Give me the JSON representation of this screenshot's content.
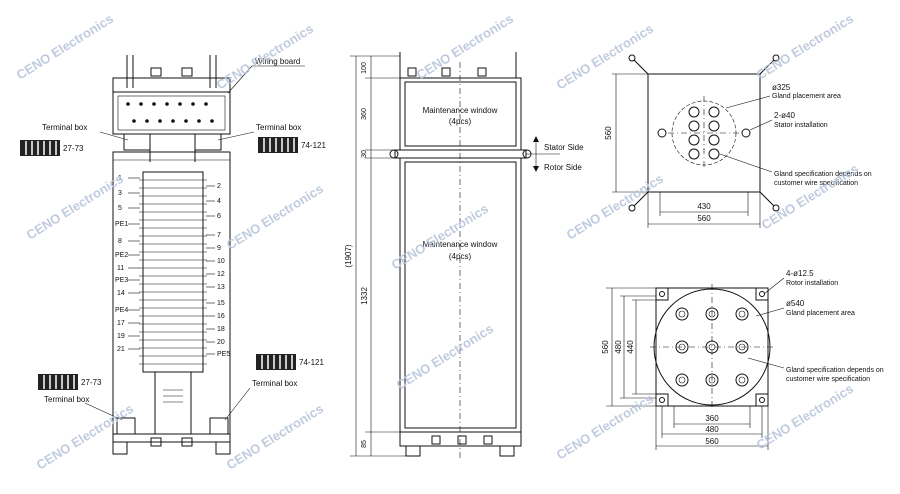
{
  "watermark": "CENO Electronics",
  "colors": {
    "line": "#111111",
    "watermark": "#b9c6dc"
  },
  "front_view": {
    "wiring_board": "Wiring board",
    "terminal_box": "Terminal box",
    "terminal_range_left": "27-73",
    "terminal_range_right": "74-121",
    "left_terminals": [
      "1",
      "3",
      "5",
      "PE1",
      "8",
      "PE2",
      "11",
      "PE3",
      "14",
      "PE4",
      "17",
      "19",
      "21"
    ],
    "right_terminals": [
      "2",
      "4",
      "6",
      "7",
      "9",
      "10",
      "12",
      "13",
      "15",
      "16",
      "18",
      "20",
      "PE5"
    ]
  },
  "side_view": {
    "maintenance_window_upper": "Maintenance window",
    "maintenance_window_upper_qty": "(4pcs)",
    "maintenance_window_lower": "Maintenance window",
    "maintenance_window_lower_qty": "(4pcs)",
    "stator_side": "Stator Side",
    "rotor_side": "Rotor Side",
    "dim_100": "100",
    "dim_360": "360",
    "dim_30": "30",
    "dim_total": "(1907)",
    "dim_1332": "1332",
    "dim_85": "85"
  },
  "top_view_upper": {
    "gland_diameter": "ø325",
    "gland_area": "Gland placement area",
    "stator_holes": "2-ø40",
    "stator_install": "Stator installation",
    "gland_spec_1": "Gland specification depends on",
    "gland_spec_2": "customer wire specification",
    "dim_height": "560",
    "dim_430": "430",
    "dim_560": "560"
  },
  "top_view_lower": {
    "rotor_holes": "4-ø12.5",
    "rotor_install": "Rotor installation",
    "gland_diameter": "ø540",
    "gland_area": "Gland placement area",
    "gland_spec_1": "Gland specification depends on",
    "gland_spec_2": "customer wire specification",
    "dim_560_v": "560",
    "dim_480_v": "480",
    "dim_440_v": "440",
    "dim_360": "360",
    "dim_480": "480",
    "dim_560": "560"
  }
}
